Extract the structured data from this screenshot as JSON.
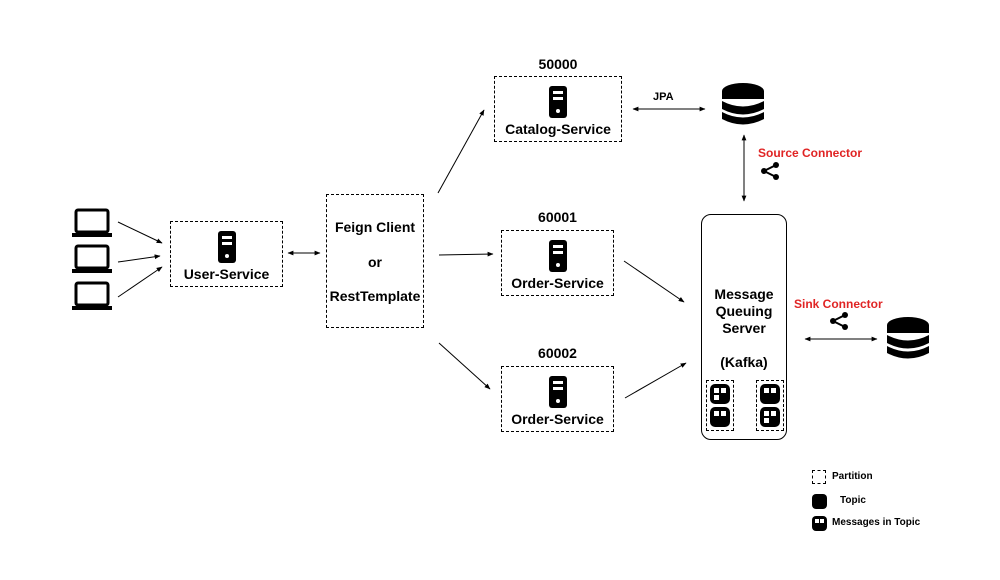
{
  "clients": [
    {
      "icon": "laptop-icon"
    },
    {
      "icon": "laptop-icon"
    },
    {
      "icon": "laptop-icon"
    }
  ],
  "user_service": {
    "label": "User-Service",
    "icon": "server-icon"
  },
  "gateway": {
    "line1": "Feign Client",
    "line2": "or",
    "line3": "RestTemplate"
  },
  "catalog_service": {
    "port": "50000",
    "label": "Catalog-Service",
    "icon": "server-icon"
  },
  "order_service_1": {
    "port": "60001",
    "label": "Order-Service",
    "icon": "server-icon"
  },
  "order_service_2": {
    "port": "60002",
    "label": "Order-Service",
    "icon": "server-icon"
  },
  "jpa_label": "JPA",
  "source_connector": {
    "label": "Source Connector",
    "icon": "share-icon"
  },
  "sink_connector": {
    "label": "Sink Connector",
    "icon": "share-icon"
  },
  "kafka": {
    "line1": "Message",
    "line2": "Queuing",
    "line3": "Server",
    "line4": "(Kafka)"
  },
  "legend": {
    "partition": "Partition",
    "topic": "Topic",
    "messages": "Messages in Topic"
  },
  "colors": {
    "accent_red": "#e02424",
    "ink": "#000000"
  }
}
